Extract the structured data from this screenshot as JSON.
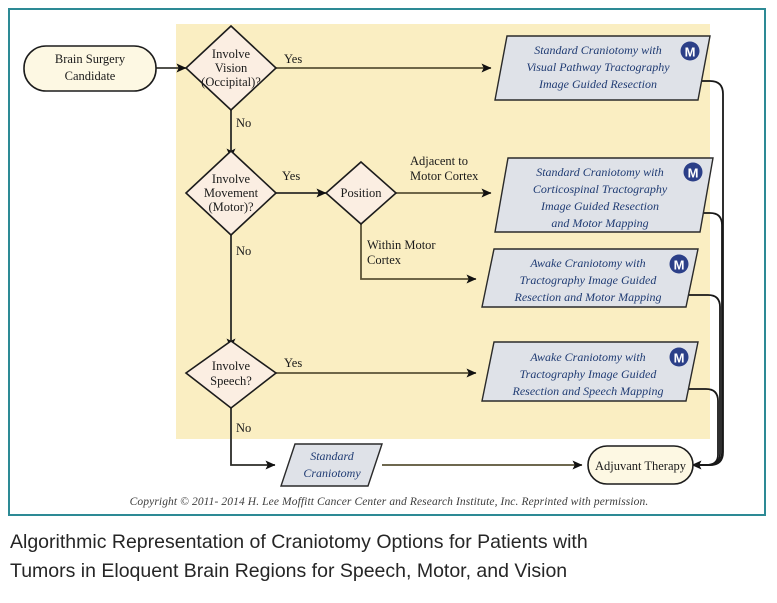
{
  "figure": {
    "frame_color": "#2d8a95",
    "panel_color": "#faeec2",
    "decision_fill": "#fbeee2",
    "terminal_fill": "#fdf8e3",
    "process_fill": "#dfe2e8",
    "line_color": "#5a5236",
    "process_text_color": "#1f3b73",
    "logo_color": "#2b3f88"
  },
  "nodes": {
    "start": {
      "label_line1": "Brain Surgery",
      "label_line2": "Candidate",
      "shape": "rounded-terminal"
    },
    "decision_vision": {
      "line1": "Involve",
      "line2": "Vision",
      "line3": "(Occipital)?",
      "shape": "diamond"
    },
    "decision_motor": {
      "line1": "Involve",
      "line2": "Movement",
      "line3": "(Motor)?",
      "shape": "diamond"
    },
    "decision_position": {
      "line1": "Position",
      "shape": "diamond"
    },
    "decision_speech": {
      "line1": "Involve",
      "line2": "Speech?",
      "shape": "diamond"
    },
    "process_vision": {
      "lines": [
        "Standard Craniotomy with",
        "Visual Pathway Tractography",
        "Image Guided Resection"
      ],
      "logo": "moffitt-m-logo",
      "shape": "parallelogram"
    },
    "process_motor_adjacent": {
      "lines": [
        "Standard Craniotomy with",
        "Corticospinal Tractography",
        "Image Guided Resection",
        "and Motor Mapping"
      ],
      "logo": "moffitt-m-logo",
      "shape": "parallelogram"
    },
    "process_motor_within": {
      "lines": [
        "Awake Craniotomy with",
        "Tractography Image Guided",
        "Resection and Motor Mapping"
      ],
      "logo": "moffitt-m-logo",
      "shape": "parallelogram"
    },
    "process_speech": {
      "lines": [
        "Awake Craniotomy with",
        "Tractography Image Guided",
        "Resection and Speech Mapping"
      ],
      "logo": "moffitt-m-logo",
      "shape": "parallelogram"
    },
    "process_standard": {
      "lines": [
        "Standard",
        "Craniotomy"
      ],
      "shape": "parallelogram"
    },
    "end_adjuvant": {
      "label": "Adjuvant Therapy",
      "shape": "rounded-terminal"
    }
  },
  "edges": {
    "vision_yes": "Yes",
    "vision_no": "No",
    "motor_yes": "Yes",
    "motor_no": "No",
    "position_adjacent_line1": "Adjacent to",
    "position_adjacent_line2": "Motor Cortex",
    "position_within_line1": "Within Motor",
    "position_within_line2": "Cortex",
    "speech_yes": "Yes",
    "speech_no": "No"
  },
  "copyright": "Copyright © 2011- 2014 H. Lee Moffitt Cancer Center and Research Institute, Inc. Reprinted with permission.",
  "caption": {
    "line1": "Algorithmic Representation of Craniotomy Options for Patients with",
    "line2": "Tumors in Eloquent Brain Regions for Speech, Motor, and Vision"
  }
}
